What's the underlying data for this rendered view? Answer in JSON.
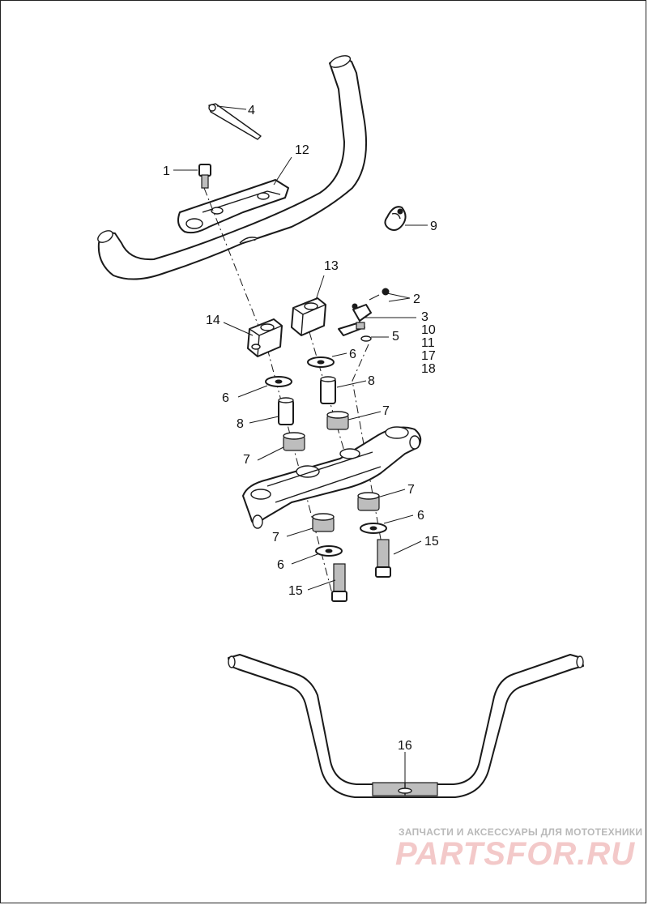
{
  "callouts": {
    "c1": "1",
    "c2": "2",
    "c3": "3",
    "c4": "4",
    "c5": "5",
    "c6a": "6",
    "c6b": "6",
    "c6c": "6",
    "c6d": "6",
    "c7a": "7",
    "c7b": "7",
    "c7c": "7",
    "c7d": "7",
    "c8a": "8",
    "c8b": "8",
    "c9": "9",
    "c10": "10",
    "c11": "11",
    "c12": "12",
    "c13": "13",
    "c14": "14",
    "c15a": "15",
    "c15b": "15",
    "c16": "16",
    "c17": "17",
    "c18": "18"
  },
  "watermark": {
    "line1": "ЗАПЧАСТИ И АКСЕССУАРЫ ДЛЯ МОТОТЕХНИКИ",
    "line2": "PARTSFOR.RU"
  },
  "colors": {
    "line": "#1a1a1a",
    "watermark_text": "#b9b9b9",
    "watermark_logo": "#f3c9c9"
  }
}
